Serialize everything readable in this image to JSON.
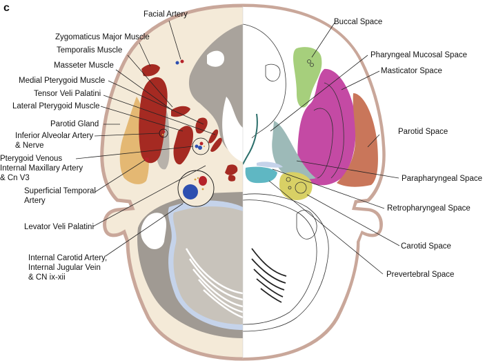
{
  "panel_letter": "c",
  "colors": {
    "skin_outline": "#c9a79a",
    "soft_tissue": "#f4ead8",
    "muscle": "#a52a22",
    "bone": "#a9a39c",
    "parotid_gland": "#e4b873",
    "vein": "#2d4fb0",
    "artery": "#b5232a",
    "brain_stem": "#c8c3bb",
    "csf": "#c5d3ea",
    "buccal_space": "#a6cf7c",
    "masticator_space": "#c44aa4",
    "parotid_space": "#c9765a",
    "parapharyngeal_space": "#9dbab8",
    "retropharyngeal_space": "#5fb7c3",
    "carotid_space": "#d8d065",
    "pharyngeal_mucosa": "#2a6e6a"
  },
  "left_labels": [
    {
      "id": "facial-artery",
      "text": "Facial Artery"
    },
    {
      "id": "zygomaticus-major-muscle",
      "text": "Zygomaticus Major Muscle"
    },
    {
      "id": "temporalis-muscle",
      "text": "Temporalis Muscle"
    },
    {
      "id": "masseter-muscle",
      "text": "Masseter Muscle"
    },
    {
      "id": "medial-pterygoid-muscle",
      "text": "Medial Pterygoid Muscle"
    },
    {
      "id": "tensor-veli-palatini",
      "text": "Tensor Veli Palatini"
    },
    {
      "id": "lateral-pterygoid-muscle",
      "text": "Lateral Pterygoid Muscle"
    },
    {
      "id": "parotid-gland",
      "text": "Parotid Gland"
    },
    {
      "id": "inferior-alveolar",
      "line1": "Inferior Alveolar Artery",
      "line2": "& Nerve"
    },
    {
      "id": "pterygoid-venous",
      "line1": "Pterygoid Venous",
      "line2": "Internal Maxillary Artery",
      "line3": "& Cn V3"
    },
    {
      "id": "superficial-temporal-artery",
      "line1": "Superficial Temporal",
      "line2": "Artery"
    },
    {
      "id": "levator-veli-palatini",
      "text": "Levator Veli Palatini"
    },
    {
      "id": "internal-carotid",
      "line1": "Internal Carotid Artery,",
      "line2": "Internal Jugular Vein",
      "line3": "& CN ix-xii"
    }
  ],
  "right_labels": [
    {
      "id": "buccal-space",
      "text": "Buccal Space"
    },
    {
      "id": "pharyngeal-mucosal-space",
      "text": "Pharyngeal Mucosal Space"
    },
    {
      "id": "masticator-space",
      "text": "Masticator Space"
    },
    {
      "id": "parotid-space",
      "text": "Parotid Space"
    },
    {
      "id": "parapharyngeal-space",
      "text": "Parapharyngeal Space"
    },
    {
      "id": "retropharyngeal-space",
      "text": "Retropharyngeal Space"
    },
    {
      "id": "carotid-space",
      "text": "Carotid Space"
    },
    {
      "id": "prevertebral-space",
      "text": "Prevertebral Space"
    }
  ]
}
